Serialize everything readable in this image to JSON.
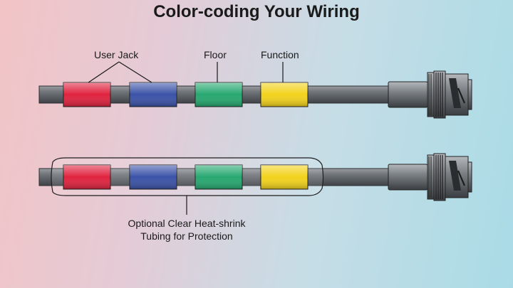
{
  "title": "Color-coding Your Wiring",
  "labels": {
    "user_jack": "User Jack",
    "floor": "Floor",
    "function": "Function",
    "heatshrink_line1": "Optional Clear Heat-shrink",
    "heatshrink_line2": "Tubing for Protection"
  },
  "band_colors": {
    "user_jack_1": "#e0233f",
    "user_jack_2": "#3b53a8",
    "floor": "#27a870",
    "function": "#f2d21c"
  },
  "icons": [
    "bnc-connector-icon"
  ]
}
